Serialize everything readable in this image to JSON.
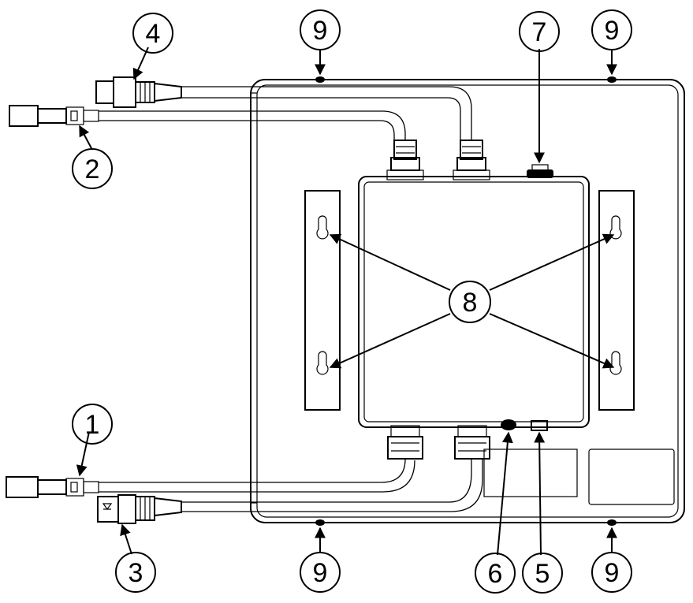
{
  "diagram": {
    "callouts": [
      {
        "id": "c1",
        "label": "1"
      },
      {
        "id": "c2",
        "label": "2"
      },
      {
        "id": "c3",
        "label": "3"
      },
      {
        "id": "c4",
        "label": "4"
      },
      {
        "id": "c5",
        "label": "5"
      },
      {
        "id": "c6",
        "label": "6"
      },
      {
        "id": "c7",
        "label": "7"
      },
      {
        "id": "c8",
        "label": "8"
      },
      {
        "id": "c9a",
        "label": "9"
      },
      {
        "id": "c9b",
        "label": "9"
      },
      {
        "id": "c9c",
        "label": "9"
      },
      {
        "id": "c9d",
        "label": "9"
      }
    ]
  }
}
